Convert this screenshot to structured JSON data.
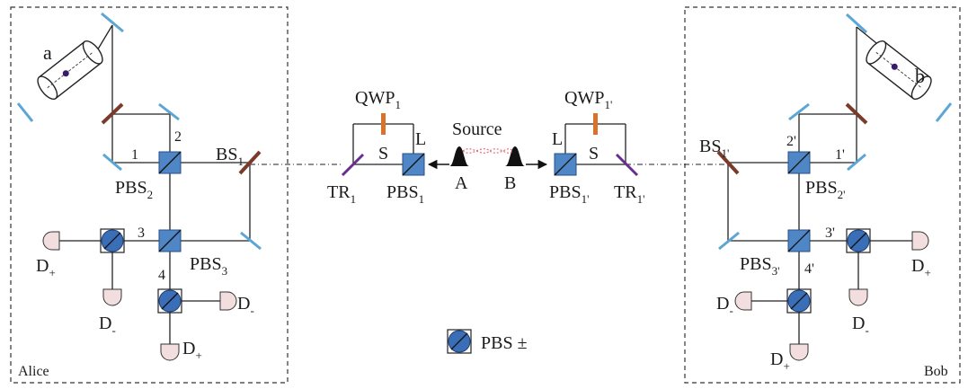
{
  "colors": {
    "line": "#222222",
    "pbs_fill": "#4f86c6",
    "pbs_circle": "#2f5fa8",
    "mirror": "#5aa7d6",
    "beamsplitter": "#7b3a2a",
    "tr": "#6a2c91",
    "qwp": "#d8722c",
    "detector": "#f2dede",
    "pulse": "#111111",
    "entangle": "#e0707a"
  },
  "labels": {
    "alice": "Alice",
    "bob": "Bob",
    "source": "Source",
    "pbs_pm": "PBS ±",
    "a": "a",
    "b": "b",
    "A": "A",
    "B": "B",
    "S_left": "S",
    "S_right": "S",
    "L_left": "L",
    "L_right": "L",
    "qwp1": {
      "base": "QWP",
      "sub": "1"
    },
    "qwp1p": {
      "base": "QWP",
      "sub": "1'"
    },
    "tr1": {
      "base": "TR",
      "sub": "1"
    },
    "tr1p": {
      "base": "TR",
      "sub": "1'"
    },
    "pbs1": {
      "base": "PBS",
      "sub": "1"
    },
    "pbs1p": {
      "base": "PBS",
      "sub": "1'"
    },
    "bs1": {
      "base": "BS",
      "sub": "1"
    },
    "bs1p": {
      "base": "BS",
      "sub": "1'"
    },
    "pbs2": {
      "base": "PBS",
      "sub": "2"
    },
    "pbs2p": {
      "base": "PBS",
      "sub": "2'"
    },
    "pbs3": {
      "base": "PBS",
      "sub": "3"
    },
    "pbs3p": {
      "base": "PBS",
      "sub": "3'"
    },
    "path1": "1",
    "path2": "2",
    "path3": "3",
    "path4": "4",
    "path1p": "1'",
    "path2p": "2'",
    "path3p": "3'",
    "path4p": "4'",
    "d_plus": {
      "base": "D",
      "sub": "+"
    },
    "d_minus": {
      "base": "D",
      "sub": "-"
    }
  }
}
